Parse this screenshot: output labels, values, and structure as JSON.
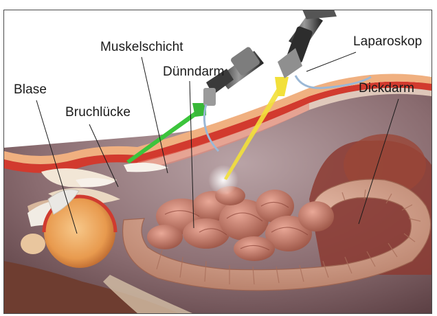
{
  "labels": {
    "blase": "Blase",
    "bruchluecke": "Bruchlücke",
    "muskelschicht": "Muskelschicht",
    "duenndarm": "Dünndarm",
    "laparoskop": "Laparoskop",
    "dickdarm": "Dickdarm"
  },
  "colors": {
    "frame_border": "#4a4a4a",
    "leader_line": "#1a1a1a",
    "abdominal_wall": "#e89070",
    "bowel": "#c9846f",
    "colon": "#d9a58f",
    "bladder": "#e8a15c",
    "green_instrument": "#3cc43c",
    "yellow_light": "#f2e03a"
  }
}
